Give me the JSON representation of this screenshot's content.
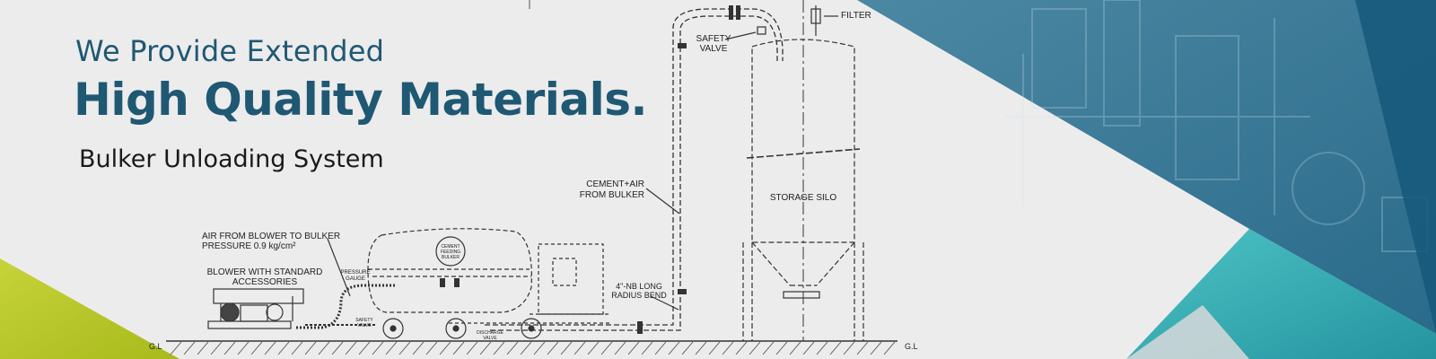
{
  "banner": {
    "heading_small": "We Provide Extended",
    "heading_large": "High Quality Materials.",
    "subtitle": "Bulker Unloading System"
  },
  "diagram_labels": {
    "filter": "FILTER",
    "safety_valve_top_line1": "SAFETY",
    "safety_valve_top_line2": "VALVE",
    "storage_silo": "STORAGE SILO",
    "cement_air_line1": "CEMENT+AIR",
    "cement_air_line2": "FROM BULKER",
    "air_from_blower_line1": "AIR FROM BLOWER TO BULKER",
    "air_from_blower_line2": "PRESSURE 0.9 kg/cm²",
    "blower_line1": "BLOWER WITH STANDARD",
    "blower_line2": "ACCESSORIES",
    "pressure_gauge_line1": "PRESSURE",
    "pressure_gauge_line2": "GAUGE",
    "bulker_line1": "CEMENT",
    "bulker_line2": "FEEDING",
    "bulker_line3": "BULKER",
    "radius_bend_line1": "4\"-NB LONG",
    "radius_bend_line2": "RADIUS BEND",
    "safety_valve_low_line1": "SAFETY",
    "safety_valve_low_line2": "VALVE",
    "discharge_valve_line1": "DISCHARGE",
    "discharge_valve_line2": "VALVE",
    "ground_left": "G.L",
    "ground_right": "G.L"
  },
  "colors": {
    "heading": "#1f5873",
    "accent_blue": "#1d6e92",
    "accent_teal": "#2fb3b8",
    "accent_lime": "#b9c927",
    "background": "#ececec"
  }
}
